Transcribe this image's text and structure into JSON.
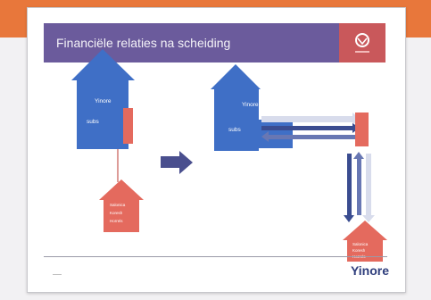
{
  "slide": {
    "title": "Financiële relaties na scheiding",
    "footer_left": "——",
    "brand": "Yinore"
  },
  "houses": {
    "left_parent": {
      "line1": "Yinore",
      "line2": "subs"
    },
    "right_parent": {
      "line1": "Yinore",
      "line2": "subs"
    },
    "left_child": {
      "line1": "Salonica",
      "line2": "Koresh",
      "line3": "Horrels"
    },
    "right_child": {
      "line1": "Salonica",
      "line2": "Koresh",
      "line3": "Horrels"
    }
  },
  "colors": {
    "house_blue": "#3f6fc6",
    "house_red": "#e46a5e",
    "arrow_navy": "#3a4c90",
    "title_purple": "#6b5b9c",
    "accent_orange": "#e8773b"
  },
  "icons": [
    "logo-icon",
    "right-arrow-icon"
  ]
}
